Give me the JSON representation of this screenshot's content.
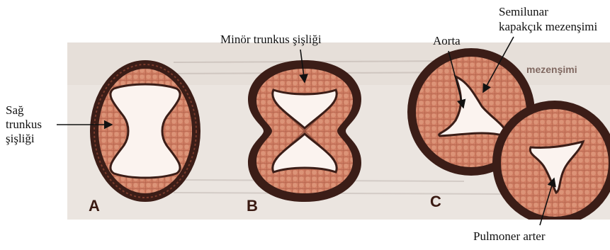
{
  "labels": {
    "sag_trunkus": [
      "Sağ",
      "trunkus",
      "şişliği"
    ],
    "minor_trunkus": "Minör trunkus şişliği",
    "semilunar": [
      "Semilunar",
      "kapakçık mezenşimi"
    ],
    "aorta": "Aorta",
    "pulmoner_arter": "Pulmoner arter"
  },
  "panels": [
    "A",
    "B",
    "C"
  ],
  "background_text": "mezenşimi",
  "colors": {
    "tissue": "#cf7d63",
    "tissue_dark": "#a95a44",
    "wall": "#3b1d17",
    "lumen": "#fbf3ef",
    "paper": "#e8e1dc"
  }
}
